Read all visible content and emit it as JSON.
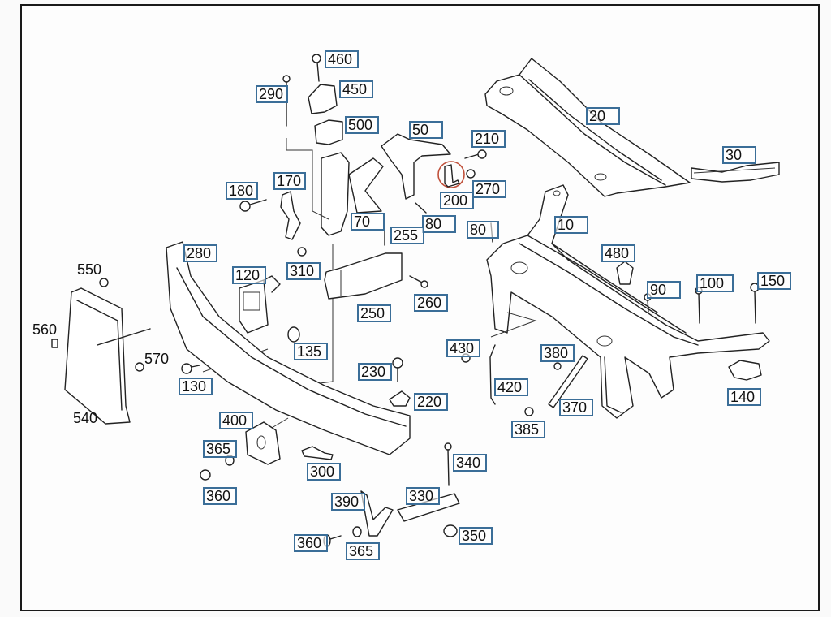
{
  "diagram": {
    "title": "Front end frame / radiator support exploded parts diagram",
    "highlight_color": "#c0503a",
    "callout_color": "#3b6e98",
    "highlighted_part": "200",
    "callouts": [
      {
        "id": "c460",
        "label": "460"
      },
      {
        "id": "c450",
        "label": "450"
      },
      {
        "id": "c290",
        "label": "290"
      },
      {
        "id": "c500",
        "label": "500"
      },
      {
        "id": "c50",
        "label": "50"
      },
      {
        "id": "c210",
        "label": "210"
      },
      {
        "id": "c20",
        "label": "20"
      },
      {
        "id": "c30",
        "label": "30"
      },
      {
        "id": "c180",
        "label": "180"
      },
      {
        "id": "c170",
        "label": "170"
      },
      {
        "id": "c200",
        "label": "200"
      },
      {
        "id": "c270",
        "label": "270"
      },
      {
        "id": "c70",
        "label": "70"
      },
      {
        "id": "c80a",
        "label": "80"
      },
      {
        "id": "c255",
        "label": "255"
      },
      {
        "id": "c80b",
        "label": "80"
      },
      {
        "id": "c10",
        "label": "10"
      },
      {
        "id": "c480",
        "label": "480"
      },
      {
        "id": "c280",
        "label": "280"
      },
      {
        "id": "c120",
        "label": "120"
      },
      {
        "id": "c310",
        "label": "310"
      },
      {
        "id": "c100",
        "label": "100"
      },
      {
        "id": "c150",
        "label": "150"
      },
      {
        "id": "c90",
        "label": "90"
      },
      {
        "id": "c250",
        "label": "250"
      },
      {
        "id": "c260",
        "label": "260"
      },
      {
        "id": "c135",
        "label": "135"
      },
      {
        "id": "c430",
        "label": "430"
      },
      {
        "id": "c380",
        "label": "380"
      },
      {
        "id": "c230",
        "label": "230"
      },
      {
        "id": "c130",
        "label": "130"
      },
      {
        "id": "c420",
        "label": "420"
      },
      {
        "id": "c220",
        "label": "220"
      },
      {
        "id": "c370",
        "label": "370"
      },
      {
        "id": "c140",
        "label": "140"
      },
      {
        "id": "c385",
        "label": "385"
      },
      {
        "id": "c400",
        "label": "400"
      },
      {
        "id": "c365a",
        "label": "365"
      },
      {
        "id": "c340",
        "label": "340"
      },
      {
        "id": "c300",
        "label": "300"
      },
      {
        "id": "c360a",
        "label": "360"
      },
      {
        "id": "c390",
        "label": "390"
      },
      {
        "id": "c330",
        "label": "330"
      },
      {
        "id": "c350",
        "label": "350"
      },
      {
        "id": "c360b",
        "label": "360"
      },
      {
        "id": "c365b",
        "label": "365"
      }
    ],
    "plain_labels": [
      {
        "id": "p550",
        "label": "550"
      },
      {
        "id": "p560",
        "label": "560"
      },
      {
        "id": "p570",
        "label": "570"
      },
      {
        "id": "p540",
        "label": "540"
      }
    ]
  }
}
